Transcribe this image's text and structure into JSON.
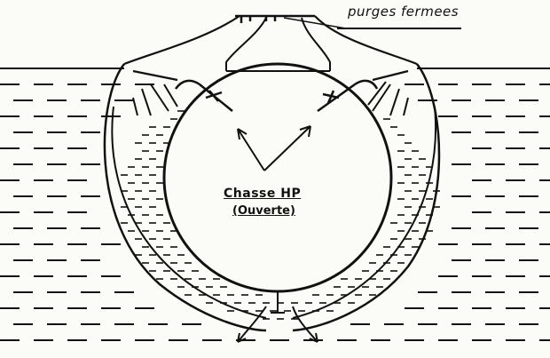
{
  "labels": {
    "purges": "purges fermees",
    "chasse": "Chasse HP",
    "ouverte": "(Ouverte)"
  },
  "colors": {
    "ink": "#111111",
    "paper": "#fbfbf8"
  }
}
